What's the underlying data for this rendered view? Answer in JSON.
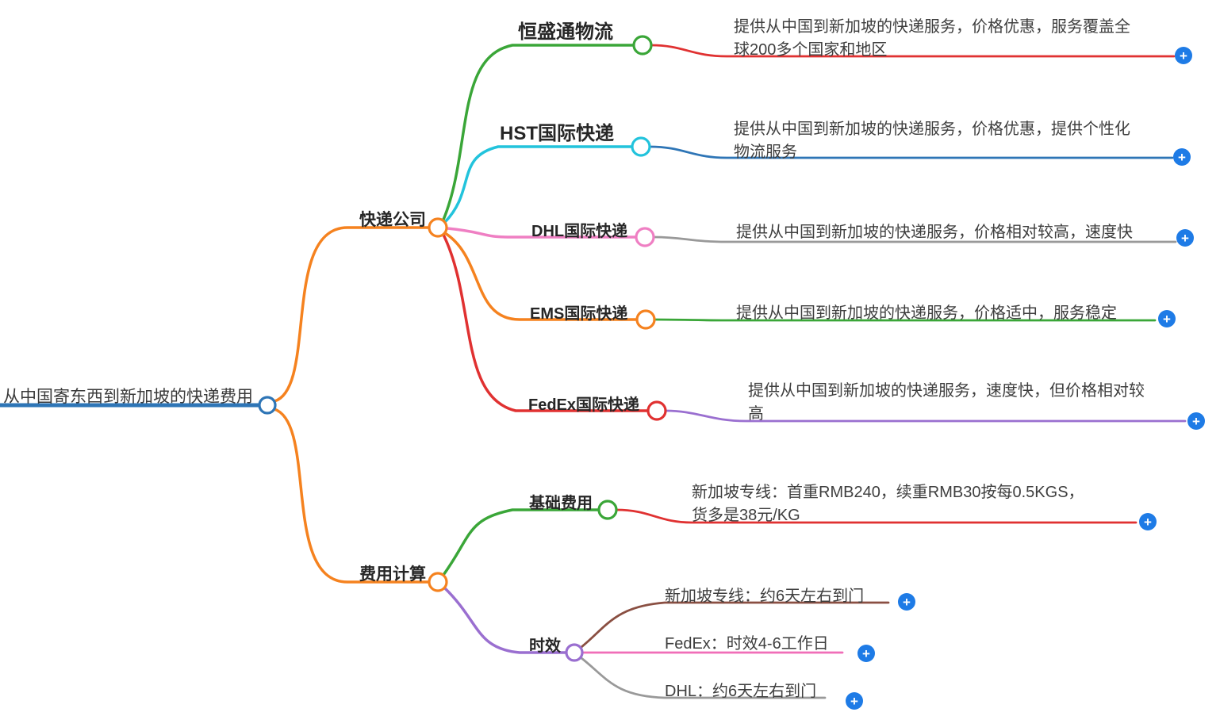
{
  "icons": {
    "plus": "+"
  },
  "colors": {
    "root_blue": "#2E75B6",
    "orange": "#F5821F",
    "green": "#3AA638",
    "cyan": "#22C3DC",
    "pink": "#EF7FC3",
    "red": "#E03131",
    "purple": "#9A6FD0",
    "brown": "#8A4F42",
    "magenta": "#F06EB8",
    "gray": "#999999",
    "plus_blue": "#1E7BE6"
  },
  "root": {
    "label": "从中国寄东西到新加坡的快递费用"
  },
  "branches": [
    {
      "label": "快递公司",
      "children": [
        {
          "label": "恒盛通物流",
          "description": "提供从中国到新加坡的快递服务，价格优惠，服务覆盖全球200多个国家和地区"
        },
        {
          "label": "HST国际快递",
          "description": "提供从中国到新加坡的快递服务，价格优惠，提供个性化物流服务"
        },
        {
          "label": "DHL国际快递",
          "description": "提供从中国到新加坡的快递服务，价格相对较高，速度快"
        },
        {
          "label": "EMS国际快递",
          "description": "提供从中国到新加坡的快递服务，价格适中，服务稳定"
        },
        {
          "label": "FedEx国际快递",
          "description": "提供从中国到新加坡的快递服务，速度快，但价格相对较高"
        }
      ]
    },
    {
      "label": "费用计算",
      "children": [
        {
          "label": "基础费用",
          "description": "新加坡专线：首重RMB240，续重RMB30按每0.5KGS，货多是38元/KG"
        },
        {
          "label": "时效",
          "children": [
            {
              "description": "新加坡专线：约6天左右到门"
            },
            {
              "description": "FedEx：时效4-6工作日"
            },
            {
              "description": "DHL：约6天左右到门"
            }
          ]
        }
      ]
    }
  ]
}
